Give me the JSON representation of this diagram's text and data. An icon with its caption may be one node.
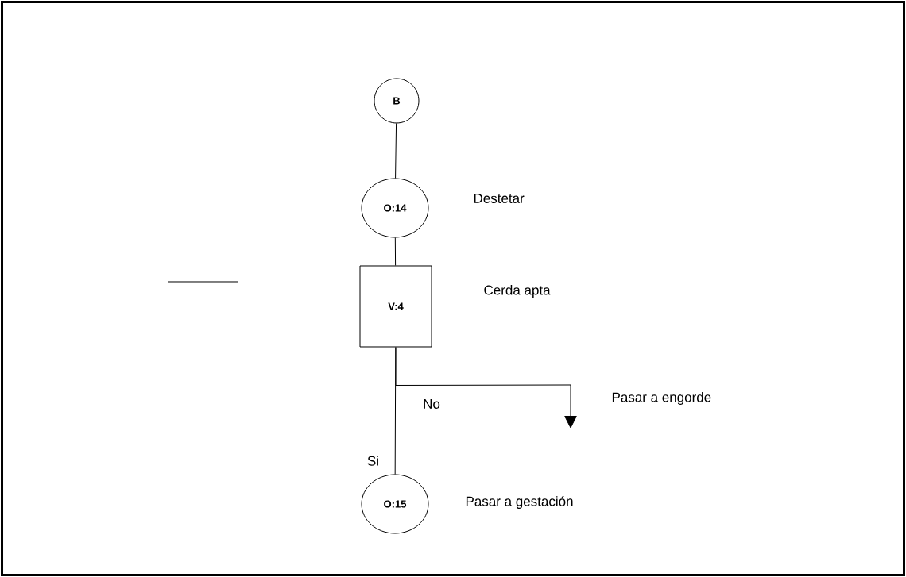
{
  "diagram": {
    "nodes": [
      {
        "text": [
          "B"
        ]
      },
      {
        "text": [
          "O:14"
        ],
        "beside": [
          "Destetar"
        ]
      },
      {
        "text": [
          "V:4"
        ],
        "beside": [
          "Cerda apta"
        ]
      },
      {
        "text": [
          "O:15"
        ],
        "beside": [
          "Pasar a gestación"
        ]
      }
    ],
    "edges": [
      {
        "from": 0,
        "to": 1,
        "arrow": "none"
      },
      {
        "from": 1,
        "to": 2,
        "arrow": "none"
      },
      {
        "from": 2,
        "to": 3,
        "arrow": "none",
        "label": "Si"
      },
      {
        "from": 2,
        "to": null,
        "arrow": "to",
        "label": "No"
      }
    ],
    "labels": [
      "Pasar a engorde"
    ]
  }
}
